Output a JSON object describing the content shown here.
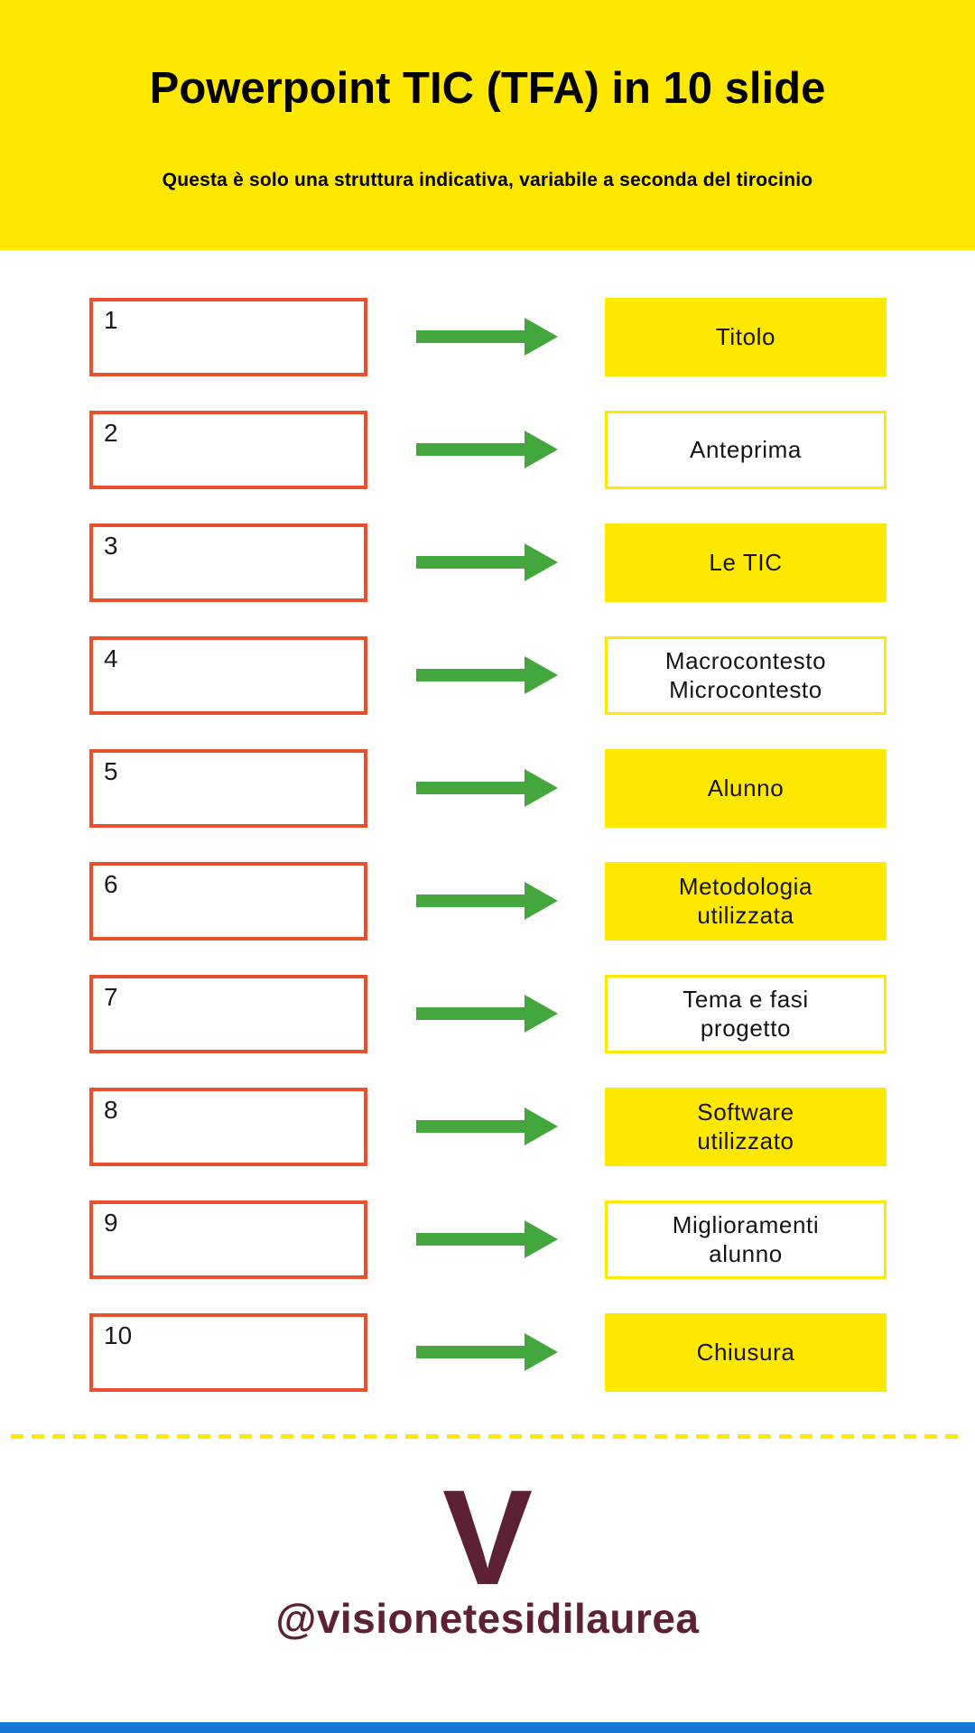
{
  "header": {
    "title": "Powerpoint TIC (TFA) in 10 slide",
    "subtitle": "Questa è solo una struttura indicativa, variabile a seconda del tirocinio"
  },
  "rows": [
    {
      "number": "1",
      "label": "Titolo",
      "filled": true
    },
    {
      "number": "2",
      "label": "Anteprima",
      "filled": false
    },
    {
      "number": "3",
      "label": "Le TIC",
      "filled": true
    },
    {
      "number": "4",
      "label": "Macrocontesto\nMicrocontesto",
      "filled": false
    },
    {
      "number": "5",
      "label": "Alunno",
      "filled": true
    },
    {
      "number": "6",
      "label": "Metodologia\nutilizzata",
      "filled": true
    },
    {
      "number": "7",
      "label": "Tema e fasi\nprogetto",
      "filled": false
    },
    {
      "number": "8",
      "label": "Software\nutilizzato",
      "filled": true
    },
    {
      "number": "9",
      "label": "Miglioramenti\nalunno",
      "filled": false
    },
    {
      "number": "10",
      "label": "Chiusura",
      "filled": true
    }
  ],
  "icons": {
    "row_arrow": "right-arrow-icon"
  },
  "footer": {
    "logo_letter": "V",
    "handle": "@visionetesidilaurea"
  },
  "colors": {
    "accent_yellow": "#FFE800",
    "number_box_border_red": "#E8502E",
    "arrow_green": "#44A73E",
    "brand_maroon": "#5C2233",
    "bottom_bar_blue": "#1577D6"
  }
}
